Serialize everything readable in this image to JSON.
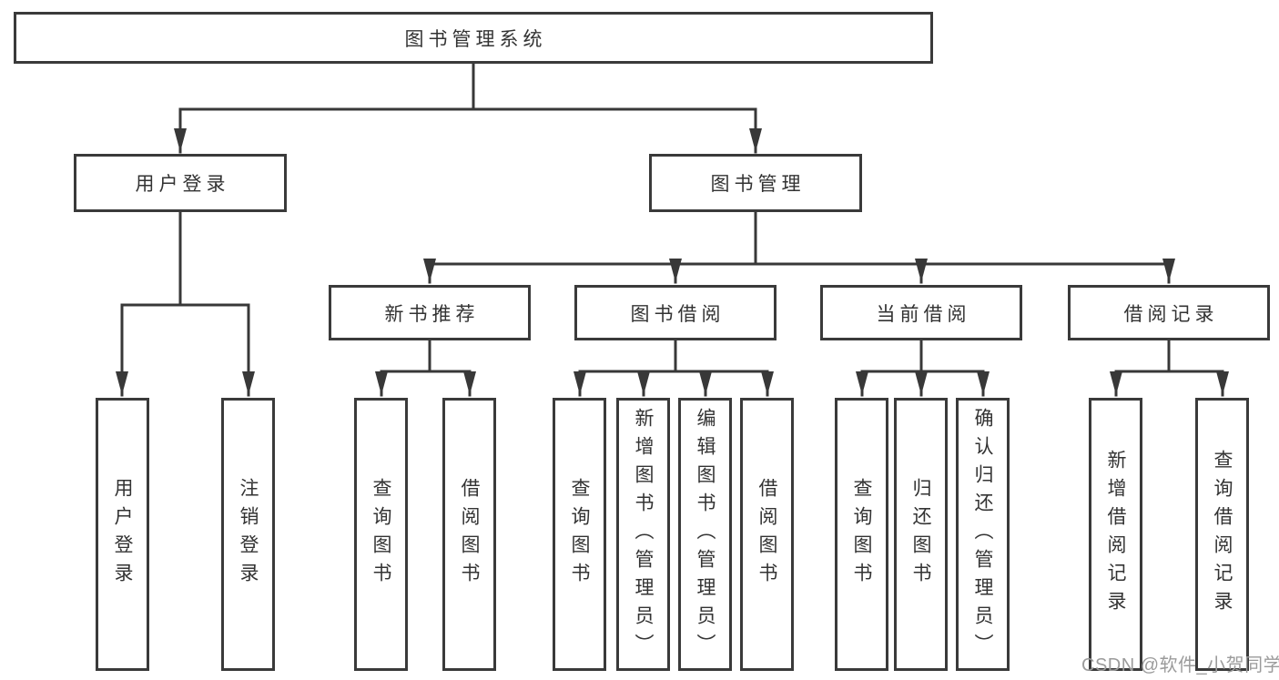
{
  "diagram": {
    "title_hint": "library-management-system-function-structure",
    "root": {
      "label": "图书管理系统"
    },
    "branches": [
      {
        "label": "用户登录",
        "children": [
          {
            "label": "用户登录"
          },
          {
            "label": "注销登录"
          }
        ]
      },
      {
        "label": "图书管理",
        "children": [
          {
            "label": "新书推荐",
            "children": [
              {
                "label": "查询图书"
              },
              {
                "label": "借阅图书"
              }
            ]
          },
          {
            "label": "图书借阅",
            "children": [
              {
                "label": "查询图书"
              },
              {
                "label": "新增图书（管理员）"
              },
              {
                "label": "编辑图书（管理员）"
              },
              {
                "label": "借阅图书"
              }
            ]
          },
          {
            "label": "当前借阅",
            "children": [
              {
                "label": "查询图书"
              },
              {
                "label": "归还图书"
              },
              {
                "label": "确认归还（管理员）"
              }
            ]
          },
          {
            "label": "借阅记录",
            "children": [
              {
                "label": "新增借阅记录"
              },
              {
                "label": "查询借阅记录"
              }
            ]
          }
        ]
      }
    ]
  },
  "watermark": {
    "text": "CSDN @软件_小贺同学"
  },
  "colors": {
    "background": "#ffffff",
    "line": "#383838",
    "box_border": "#3a3a3a",
    "text": "#333333",
    "watermark": "#9b9b9b"
  }
}
